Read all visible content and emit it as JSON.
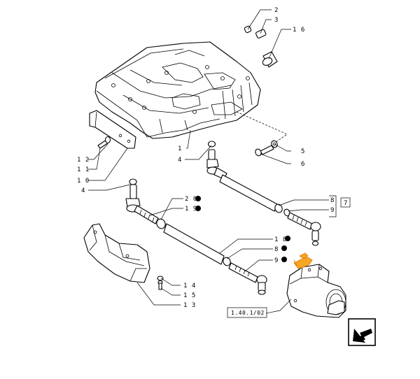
{
  "labels": {
    "p2": "2",
    "p3": "3",
    "p16": "1 6",
    "p1": "1",
    "p4a": "4",
    "p5": "5",
    "p6": "6",
    "p12": "1 2",
    "p11": "1 1",
    "p10": "1 0",
    "p4b": "4",
    "p20": "2 0",
    "p19": "1 9",
    "p8a": "8",
    "p9a": "9",
    "p7": "7",
    "p18": "1 8",
    "p8b": "8",
    "p9b": "9",
    "p14": "1 4",
    "p15": "1 5",
    "p13": "1 3"
  },
  "reference_code": "1.40.1/02",
  "icons": {
    "hand_pointer": "hand-pointer-icon",
    "nav_arrow": "previous-page-arrow-icon",
    "dot_marker": "black-dot-marker"
  },
  "colors": {
    "line": "#000000",
    "hand_fill": "#F5A623",
    "hand_shade": "#E07B00"
  }
}
